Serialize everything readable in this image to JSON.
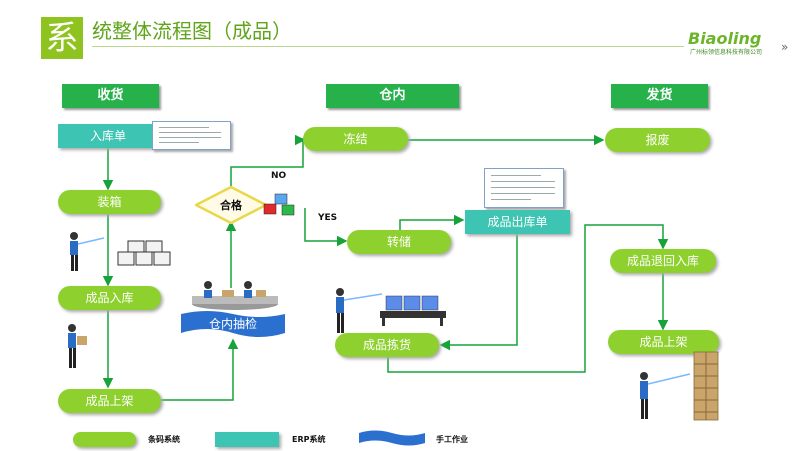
{
  "title": {
    "char": "系",
    "text": "统整体流程图（成品）"
  },
  "logo": {
    "name": "Biaoling",
    "subtitle": "广州标领信息科技有限公司"
  },
  "colors": {
    "accent": "#8fc31f",
    "header": "#26b14a",
    "barcode_pill": "#8ed12f",
    "erp_box": "#3dc4b2",
    "manual": "#2b6fcf",
    "arrow": "#17a33a"
  },
  "columns": {
    "receive": "收货",
    "warehouse": "仓内",
    "ship": "发货"
  },
  "nodes": {
    "inbound_order": "入库单",
    "boxing": "装箱",
    "product_inbound": "成品入库",
    "shelve_left": "成品上架",
    "inspection": "仓内抽检",
    "qualified": "合格",
    "freeze": "冻结",
    "scrap": "报废",
    "transfer": "转储",
    "outbound_order": "成品出库单",
    "picking": "成品拣货",
    "return_inbound": "成品退回入库",
    "shelve_right": "成品上架"
  },
  "branch_labels": {
    "no": "NO",
    "yes": "YES"
  },
  "legend": {
    "barcode": "条码系统",
    "erp": "ERP系统",
    "manual": "手工作业"
  }
}
